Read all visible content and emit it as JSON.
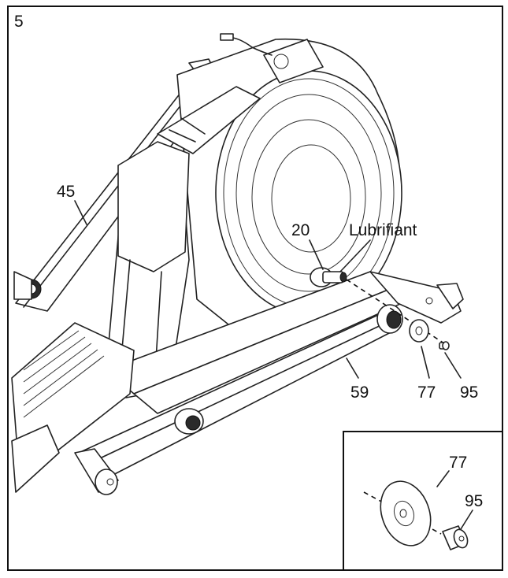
{
  "step_number": "5",
  "labels": {
    "part_45": "45",
    "part_20": "20",
    "lubricant": "Lubrifiant",
    "part_59": "59",
    "part_77": "77",
    "part_95": "95",
    "inset_77": "77",
    "inset_95": "95"
  }
}
